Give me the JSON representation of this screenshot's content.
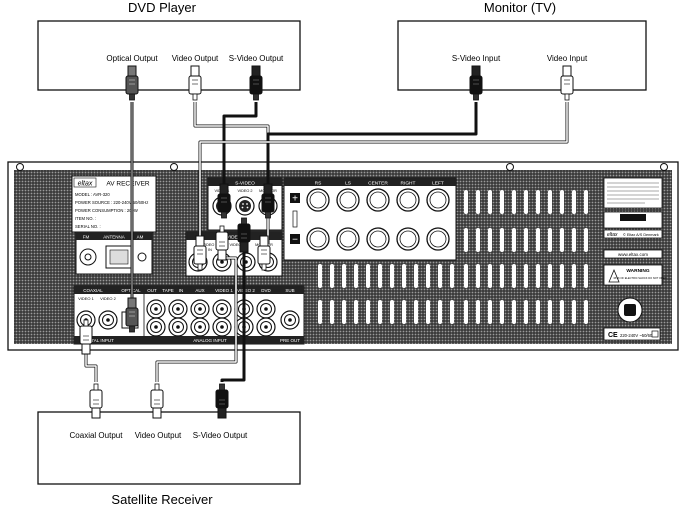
{
  "devices": {
    "dvd": {
      "title": "DVD Player",
      "ports": {
        "optical": "Optical Output",
        "video": "Video Output",
        "svideo": "S-Video Output"
      }
    },
    "monitor": {
      "title": "Monitor (TV)",
      "ports": {
        "svideo": "S-Video Input",
        "video": "Video Input"
      }
    },
    "satellite": {
      "title": "Satellite Receiver",
      "ports": {
        "coaxial": "Coaxial Output",
        "video": "Video Output",
        "svideo": "S-Video Output"
      }
    }
  },
  "receiver": {
    "brand": "eltax",
    "model_type": "AV RECEIVER",
    "spec_lines": [
      "MODEL : AVR-320",
      "POWER SOURCE : 220-240V 50/60Hz",
      "POWER CONSUMPTION : 200W",
      "ITEM NO. :",
      "SERIAL NO. :"
    ],
    "radio_labels": [
      "FM",
      "ANTENNA",
      "AM"
    ],
    "svideo_header": "S-VIDEO",
    "video_header": "VIDEO",
    "svideo_jacks": [
      "VIDEO 1",
      "VIDEO 2",
      "MONITOR"
    ],
    "video_jacks": [
      "VIDEO 1",
      "VIDEO 2",
      "MONITOR"
    ],
    "video_in_label": "IN",
    "speaker_labels": [
      "RS",
      "LS",
      "CENTER",
      "RIGHT",
      "LEFT"
    ],
    "digital_labels": [
      "COAXIAL",
      "OPTICAL"
    ],
    "digital_jack_labels": [
      "VIDEO 1",
      "VIDEO 2"
    ],
    "analog_labels": [
      "OUT",
      "TAPE",
      "IN",
      "AUX",
      "VIDEO 1",
      "VIDEO 2",
      "DVD",
      "SUB"
    ],
    "digital_footer": "DIGITAL INPUT",
    "analog_footer": "ANALOG INPUT",
    "preout_footer": "PRE OUT",
    "plus": "+",
    "minus": "−",
    "warning_title": "WARNING",
    "warning_text": "RISK OF ELECTRIC SHOCK DO NOT OPEN",
    "footer_brand": "eltax",
    "footer_copy": "© Eltax A/S Denmark",
    "website": "www.eltax.com",
    "voltage": "220-240V ~50/60Hz",
    "ce": "CE"
  },
  "colors": {
    "line": "#111111",
    "panel_bg": "#ffffff",
    "grille": "#2a2a2a",
    "cable_gray": "#888888",
    "cable_white": "#f4f4f4"
  },
  "icons": [
    "optical-plug-icon",
    "rca-plug-icon",
    "svideo-plug-icon",
    "rca-jack-icon",
    "svideo-jack-icon",
    "power-socket-icon",
    "warning-icon"
  ]
}
